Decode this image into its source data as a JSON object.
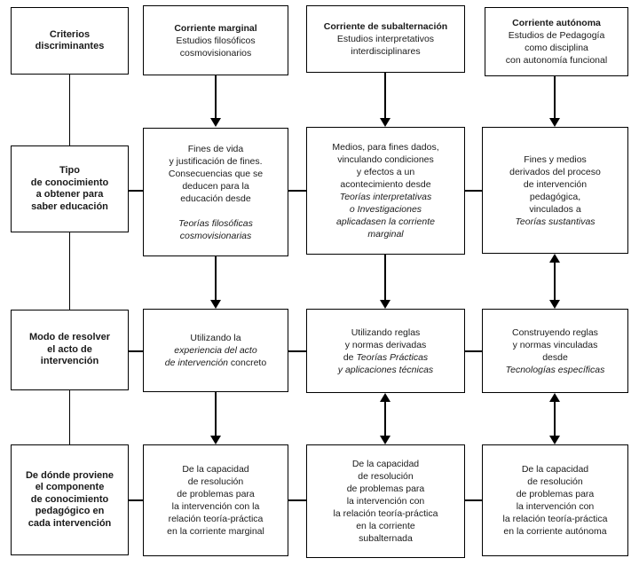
{
  "colors": {
    "border": "#000000",
    "background": "#ffffff",
    "text": "#1a1a1a"
  },
  "boxes": {
    "criterios": {
      "lines": [
        [
          [
            "Criterios",
            "b"
          ]
        ],
        [
          [
            "discriminantes",
            "b"
          ]
        ]
      ]
    },
    "header_marginal": {
      "lines": [
        [
          [
            "Corriente marginal",
            "b"
          ]
        ],
        [
          [
            "Estudios filosóficos",
            "n"
          ]
        ],
        [
          [
            "cosmovisionarios",
            "n"
          ]
        ]
      ]
    },
    "header_subalternacion": {
      "lines": [
        [
          [
            "Corriente de subalternación",
            "b"
          ]
        ],
        [
          [
            "Estudios interpretativos",
            "n"
          ]
        ],
        [
          [
            "interdisciplinares",
            "n"
          ]
        ]
      ]
    },
    "header_autonoma": {
      "lines": [
        [
          [
            "Corriente autónoma",
            "b"
          ]
        ],
        [
          [
            "Estudios de Pedagogía",
            "n"
          ]
        ],
        [
          [
            "como disciplina",
            "n"
          ]
        ],
        [
          [
            "con autonomía funcional",
            "n"
          ]
        ]
      ]
    },
    "label_tipo": {
      "lines": [
        [
          [
            "Tipo",
            "b"
          ]
        ],
        [
          [
            "de conocimiento",
            "b"
          ]
        ],
        [
          [
            "a obtener para",
            "b"
          ]
        ],
        [
          [
            "saber educación",
            "b"
          ]
        ]
      ]
    },
    "label_modo": {
      "lines": [
        [
          [
            "Modo de resolver",
            "b"
          ]
        ],
        [
          [
            "el acto de",
            "b"
          ]
        ],
        [
          [
            "intervención",
            "b"
          ]
        ]
      ]
    },
    "label_origen": {
      "lines": [
        [
          [
            "De dónde proviene",
            "b"
          ]
        ],
        [
          [
            "el componente",
            "b"
          ]
        ],
        [
          [
            "de conocimiento",
            "b"
          ]
        ],
        [
          [
            "pedagógico en",
            "b"
          ]
        ],
        [
          [
            "cada intervención",
            "b"
          ]
        ]
      ]
    },
    "tipo_marginal": {
      "lines": [
        [
          [
            "Fines de vida",
            "n"
          ]
        ],
        [
          [
            "y justificación de fines.",
            "n"
          ]
        ],
        [
          [
            "Consecuencias que se",
            "n"
          ]
        ],
        [
          [
            "deducen para la",
            "n"
          ]
        ],
        [
          [
            "educación desde",
            "n"
          ]
        ],
        [
          [
            "",
            "n"
          ]
        ],
        [
          [
            "Teorías filosóficas",
            "i"
          ]
        ],
        [
          [
            "cosmovisionarias",
            "i"
          ]
        ]
      ]
    },
    "tipo_subalternacion": {
      "lines": [
        [
          [
            "Medios, para fines dados,",
            "n"
          ]
        ],
        [
          [
            "vinculando condiciones",
            "n"
          ]
        ],
        [
          [
            "y efectos a un",
            "n"
          ]
        ],
        [
          [
            "acontecimiento desde",
            "n"
          ]
        ],
        [
          [
            "Teorías interpretativas",
            "i"
          ]
        ],
        [
          [
            "o Investigaciones",
            "i"
          ]
        ],
        [
          [
            "aplicadasen la corriente",
            "i"
          ]
        ],
        [
          [
            "marginal",
            "i"
          ]
        ]
      ]
    },
    "tipo_autonoma": {
      "lines": [
        [
          [
            "Fines y medios",
            "n"
          ]
        ],
        [
          [
            "derivados del proceso",
            "n"
          ]
        ],
        [
          [
            "de intervención",
            "n"
          ]
        ],
        [
          [
            "pedagógica,",
            "n"
          ]
        ],
        [
          [
            "vinculados a",
            "n"
          ]
        ],
        [
          [
            "Teorías sustantivas",
            "i"
          ]
        ]
      ]
    },
    "modo_marginal": {
      "lines": [
        [
          [
            "Utilizando la",
            "n"
          ]
        ],
        [
          [
            "experiencia del acto",
            "i"
          ]
        ],
        [
          [
            "de intervención",
            "i"
          ],
          [
            " concreto",
            "n"
          ]
        ]
      ]
    },
    "modo_subalternacion": {
      "lines": [
        [
          [
            "Utilizando reglas",
            "n"
          ]
        ],
        [
          [
            "y normas derivadas",
            "n"
          ]
        ],
        [
          [
            "de ",
            "n"
          ],
          [
            "Teorías Prácticas",
            "i"
          ]
        ],
        [
          [
            "y aplicaciones técnicas",
            "i"
          ]
        ]
      ]
    },
    "modo_autonoma": {
      "lines": [
        [
          [
            "Construyendo reglas",
            "n"
          ]
        ],
        [
          [
            "y normas vinculadas",
            "n"
          ]
        ],
        [
          [
            "desde",
            "n"
          ]
        ],
        [
          [
            "Tecnologías específicas",
            "i"
          ]
        ]
      ]
    },
    "origen_marginal": {
      "lines": [
        [
          [
            "De la capacidad",
            "n"
          ]
        ],
        [
          [
            "de resolución",
            "n"
          ]
        ],
        [
          [
            "de problemas para",
            "n"
          ]
        ],
        [
          [
            "la intervención con la",
            "n"
          ]
        ],
        [
          [
            "relación teoría-práctica",
            "n"
          ]
        ],
        [
          [
            "en la corriente marginal",
            "n"
          ]
        ]
      ]
    },
    "origen_subalternacion": {
      "lines": [
        [
          [
            "De la capacidad",
            "n"
          ]
        ],
        [
          [
            "de resolución",
            "n"
          ]
        ],
        [
          [
            "de problemas para",
            "n"
          ]
        ],
        [
          [
            "la intervención con",
            "n"
          ]
        ],
        [
          [
            "la relación teoría-práctica",
            "n"
          ]
        ],
        [
          [
            "en la corriente",
            "n"
          ]
        ],
        [
          [
            "subalternada",
            "n"
          ]
        ]
      ]
    },
    "origen_autonoma": {
      "lines": [
        [
          [
            "De la capacidad",
            "n"
          ]
        ],
        [
          [
            "de resolución",
            "n"
          ]
        ],
        [
          [
            "de problemas para",
            "n"
          ]
        ],
        [
          [
            "la intervención con",
            "n"
          ]
        ],
        [
          [
            "la relación teoría-práctica",
            "n"
          ]
        ],
        [
          [
            "en la corriente autónoma",
            "n"
          ]
        ]
      ]
    }
  },
  "connectors": {
    "left_spine": "plain vertical line linking Criterios discriminantes to the three row labels",
    "col_marginal": [
      "down-arrow header→tipo",
      "down-arrow tipo→modo",
      "down-arrow modo→origen"
    ],
    "col_subalternacion": [
      "down-arrow header→tipo",
      "down-arrow tipo→modo",
      "double-arrow modo↔origen"
    ],
    "col_autonoma": [
      "down-arrow header→tipo",
      "double-arrow tipo↔modo",
      "double-arrow modo↔origen"
    ],
    "row_links": "plain horizontal lines joining each row label to its three boxes"
  }
}
